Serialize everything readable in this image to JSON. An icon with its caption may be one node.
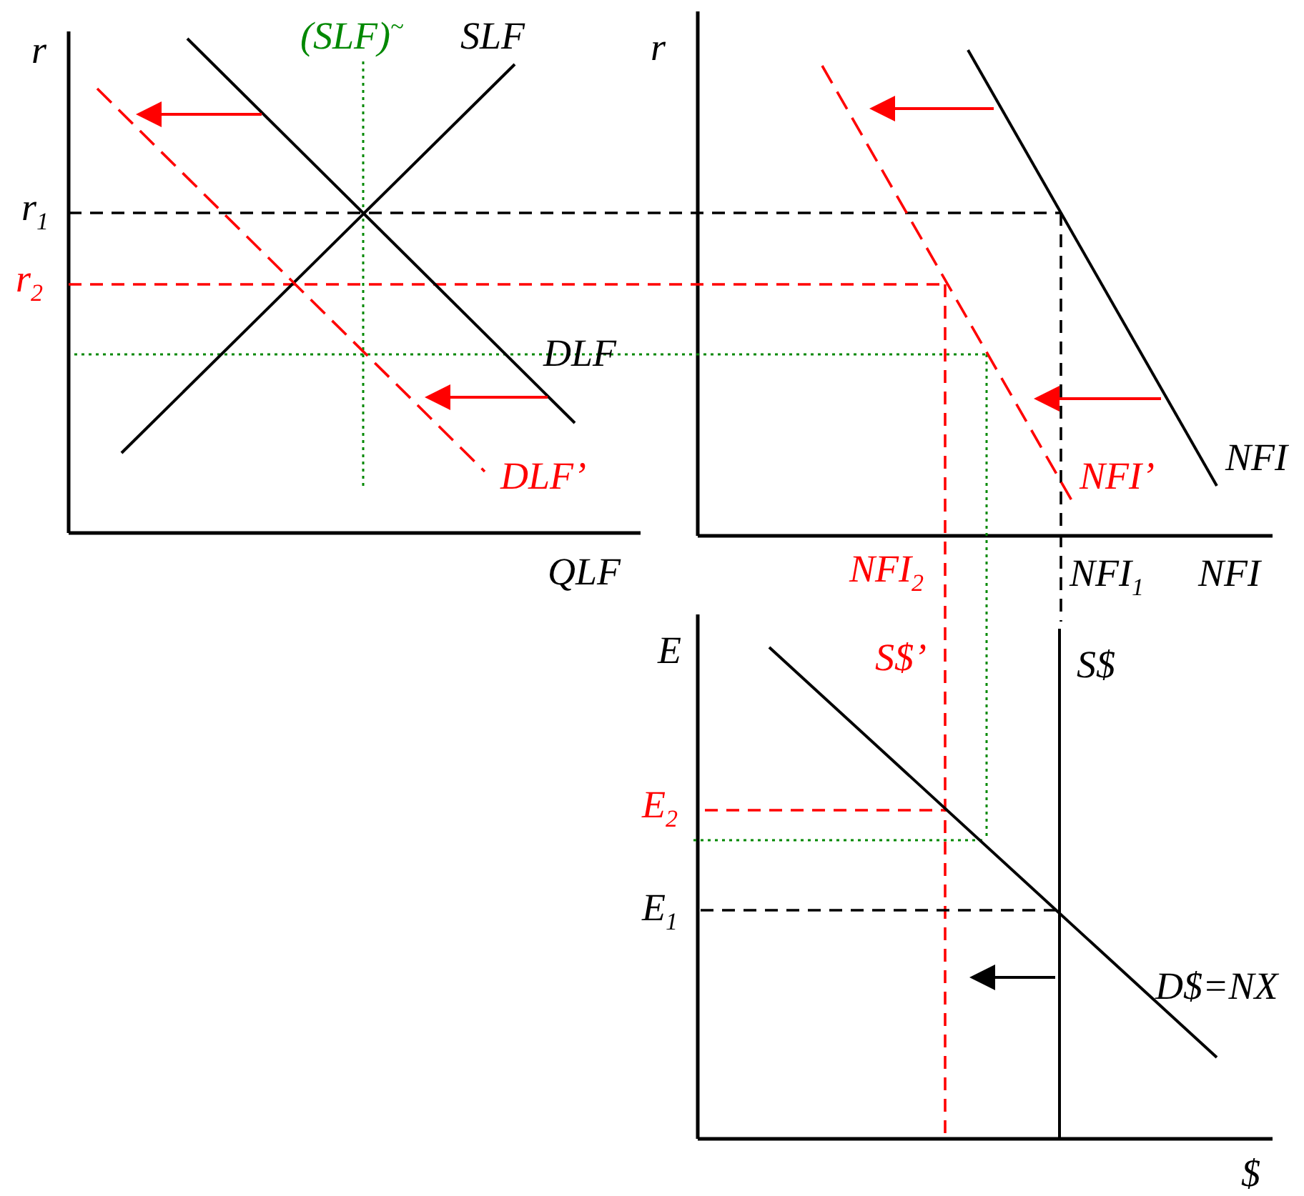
{
  "diagram": {
    "labels": [
      "(SLF)$^{~}$",
      "SLF",
      "r",
      "r",
      "r$_{1}$",
      "r$_{2}$",
      "DLF",
      "NFI",
      "DLF’",
      "NFI’",
      "QLF",
      "NFI$_{2}$",
      "NFI$_{1}$",
      "NFI",
      "E",
      "S$’",
      "S$",
      "E$_{2}$",
      "E$_{1}$",
      "D$=NX",
      "$"
    ]
  }
}
